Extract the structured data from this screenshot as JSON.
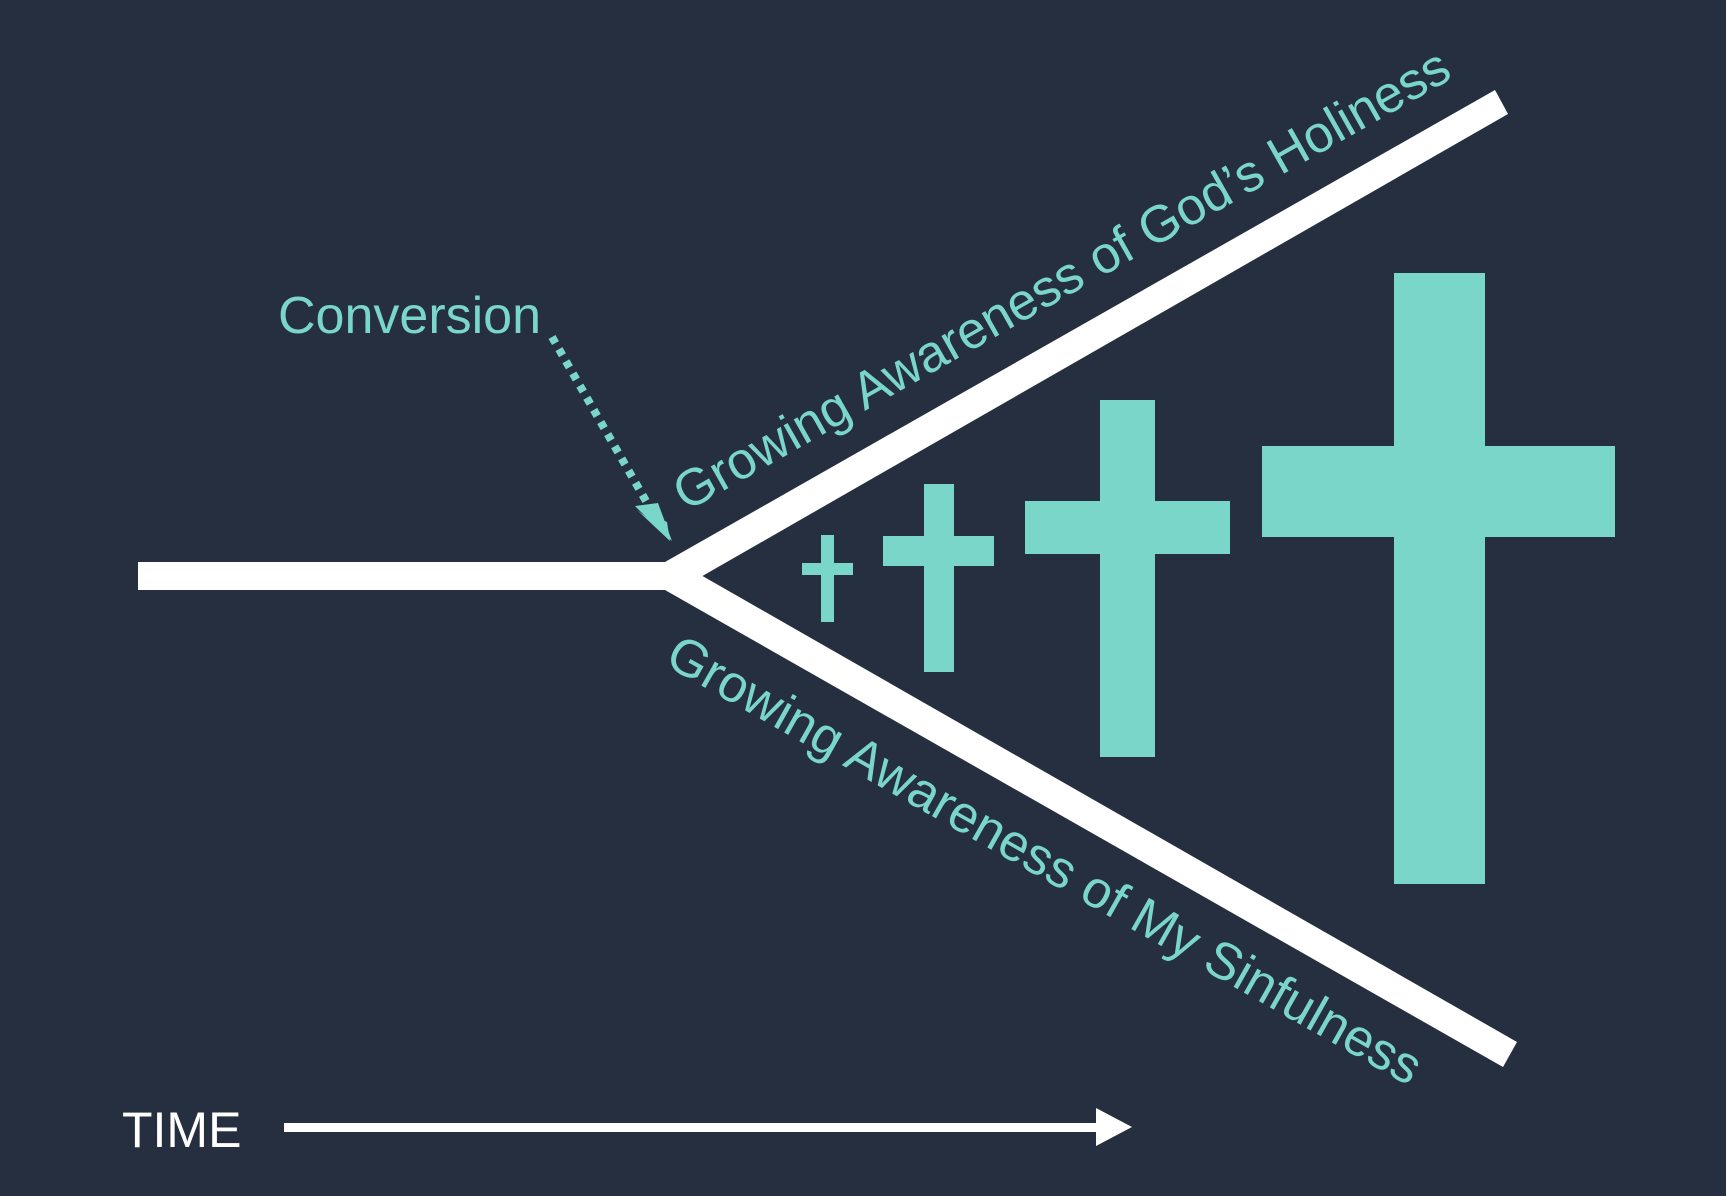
{
  "labels": {
    "conversion": "Conversion",
    "holiness": "Growing Awareness of God’s Holiness",
    "sinfulness": "Growing Awareness of My Sinfulness",
    "time": "TIME"
  },
  "colors": {
    "background": "#252f40",
    "accent": "#79d6c8",
    "line": "#ffffff"
  },
  "icons": {
    "crosses": [
      "cross-icon",
      "cross-icon",
      "cross-icon",
      "cross-icon"
    ],
    "arrows": [
      "dotted-arrow-icon",
      "time-arrow-icon"
    ]
  }
}
